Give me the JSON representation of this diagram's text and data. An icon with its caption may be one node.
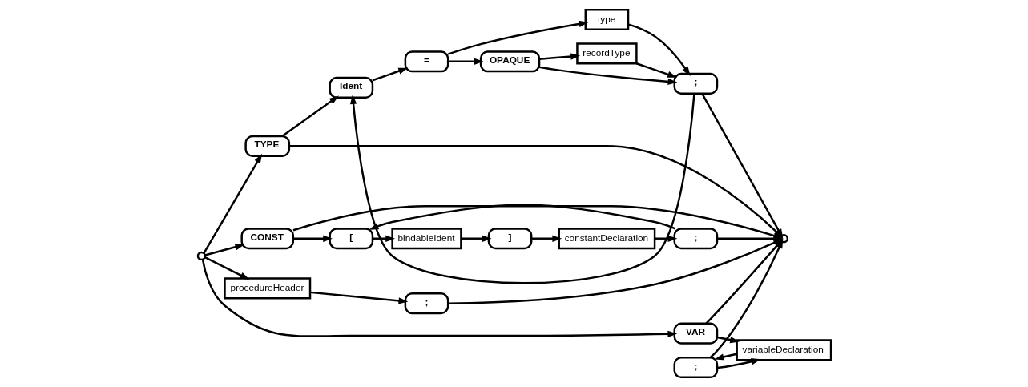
{
  "diagram": {
    "nodes": [
      {
        "text": [],
        "shape": "circle"
      },
      {
        "text": [
          "CONST"
        ]
      },
      {
        "text": [
          "["
        ]
      },
      {
        "text": [
          "bindableIdent"
        ]
      },
      {
        "text": [
          "]"
        ]
      },
      {
        "text": [
          "constantDeclaration"
        ]
      },
      {
        "text": [
          ";"
        ]
      },
      {
        "text": [
          "TYPE"
        ]
      },
      {
        "text": [
          "Ident"
        ]
      },
      {
        "text": [
          "="
        ]
      },
      {
        "text": [
          "type"
        ]
      },
      {
        "text": [
          "OPAQUE"
        ]
      },
      {
        "text": [
          "recordType"
        ]
      },
      {
        "text": [
          ";"
        ]
      },
      {
        "text": [
          "VAR"
        ]
      },
      {
        "text": [
          ";"
        ]
      },
      {
        "text": [
          "variableDeclaration"
        ]
      },
      {
        "text": [
          "procedureHeader"
        ]
      },
      {
        "text": [
          ";"
        ]
      },
      {
        "text": [],
        "shape": "circle"
      }
    ],
    "edges": [
      {
        "from": 0,
        "to": 1,
        "arrow": "to"
      },
      {
        "from": 0,
        "to": 7,
        "arrow": "to"
      },
      {
        "from": 0,
        "to": 14,
        "arrow": "to"
      },
      {
        "from": 0,
        "to": 17,
        "arrow": "to"
      },
      {
        "from": 1,
        "to": 19,
        "arrow": "to"
      },
      {
        "from": 1,
        "to": 2,
        "arrow": "to"
      },
      {
        "from": 2,
        "to": 3,
        "arrow": "to"
      },
      {
        "from": 3,
        "to": 4,
        "arrow": "to"
      },
      {
        "from": 4,
        "to": 5,
        "arrow": "to"
      },
      {
        "from": 5,
        "to": 6,
        "arrow": "to"
      },
      {
        "from": 6,
        "to": 2,
        "arrow": "to"
      },
      {
        "from": 6,
        "to": 19,
        "arrow": "to"
      },
      {
        "from": 7,
        "to": 19,
        "arrow": "to"
      },
      {
        "from": 7,
        "to": 8,
        "arrow": "to"
      },
      {
        "from": 8,
        "to": 9,
        "arrow": "to"
      },
      {
        "from": 9,
        "to": 10,
        "arrow": "to"
      },
      {
        "from": 9,
        "to": 11,
        "arrow": "to"
      },
      {
        "from": 11,
        "to": 12,
        "arrow": "to"
      },
      {
        "from": 11,
        "to": 13,
        "arrow": "to"
      },
      {
        "from": 12,
        "to": 13,
        "arrow": "to"
      },
      {
        "from": 10,
        "to": 13,
        "arrow": "to"
      },
      {
        "from": 13,
        "to": 8,
        "arrow": "to"
      },
      {
        "from": 13,
        "to": 19,
        "arrow": "to"
      },
      {
        "from": 14,
        "to": 19,
        "arrow": "to"
      },
      {
        "from": 14,
        "to": 16,
        "arrow": "to"
      },
      {
        "from": 16,
        "to": 15,
        "arrow": "to"
      },
      {
        "from": 15,
        "to": 16,
        "arrow": "to"
      },
      {
        "from": 15,
        "to": 19,
        "arrow": "to"
      },
      {
        "from": 17,
        "to": 18,
        "arrow": "to"
      },
      {
        "from": 18,
        "to": 19,
        "arrow": "to"
      }
    ]
  }
}
